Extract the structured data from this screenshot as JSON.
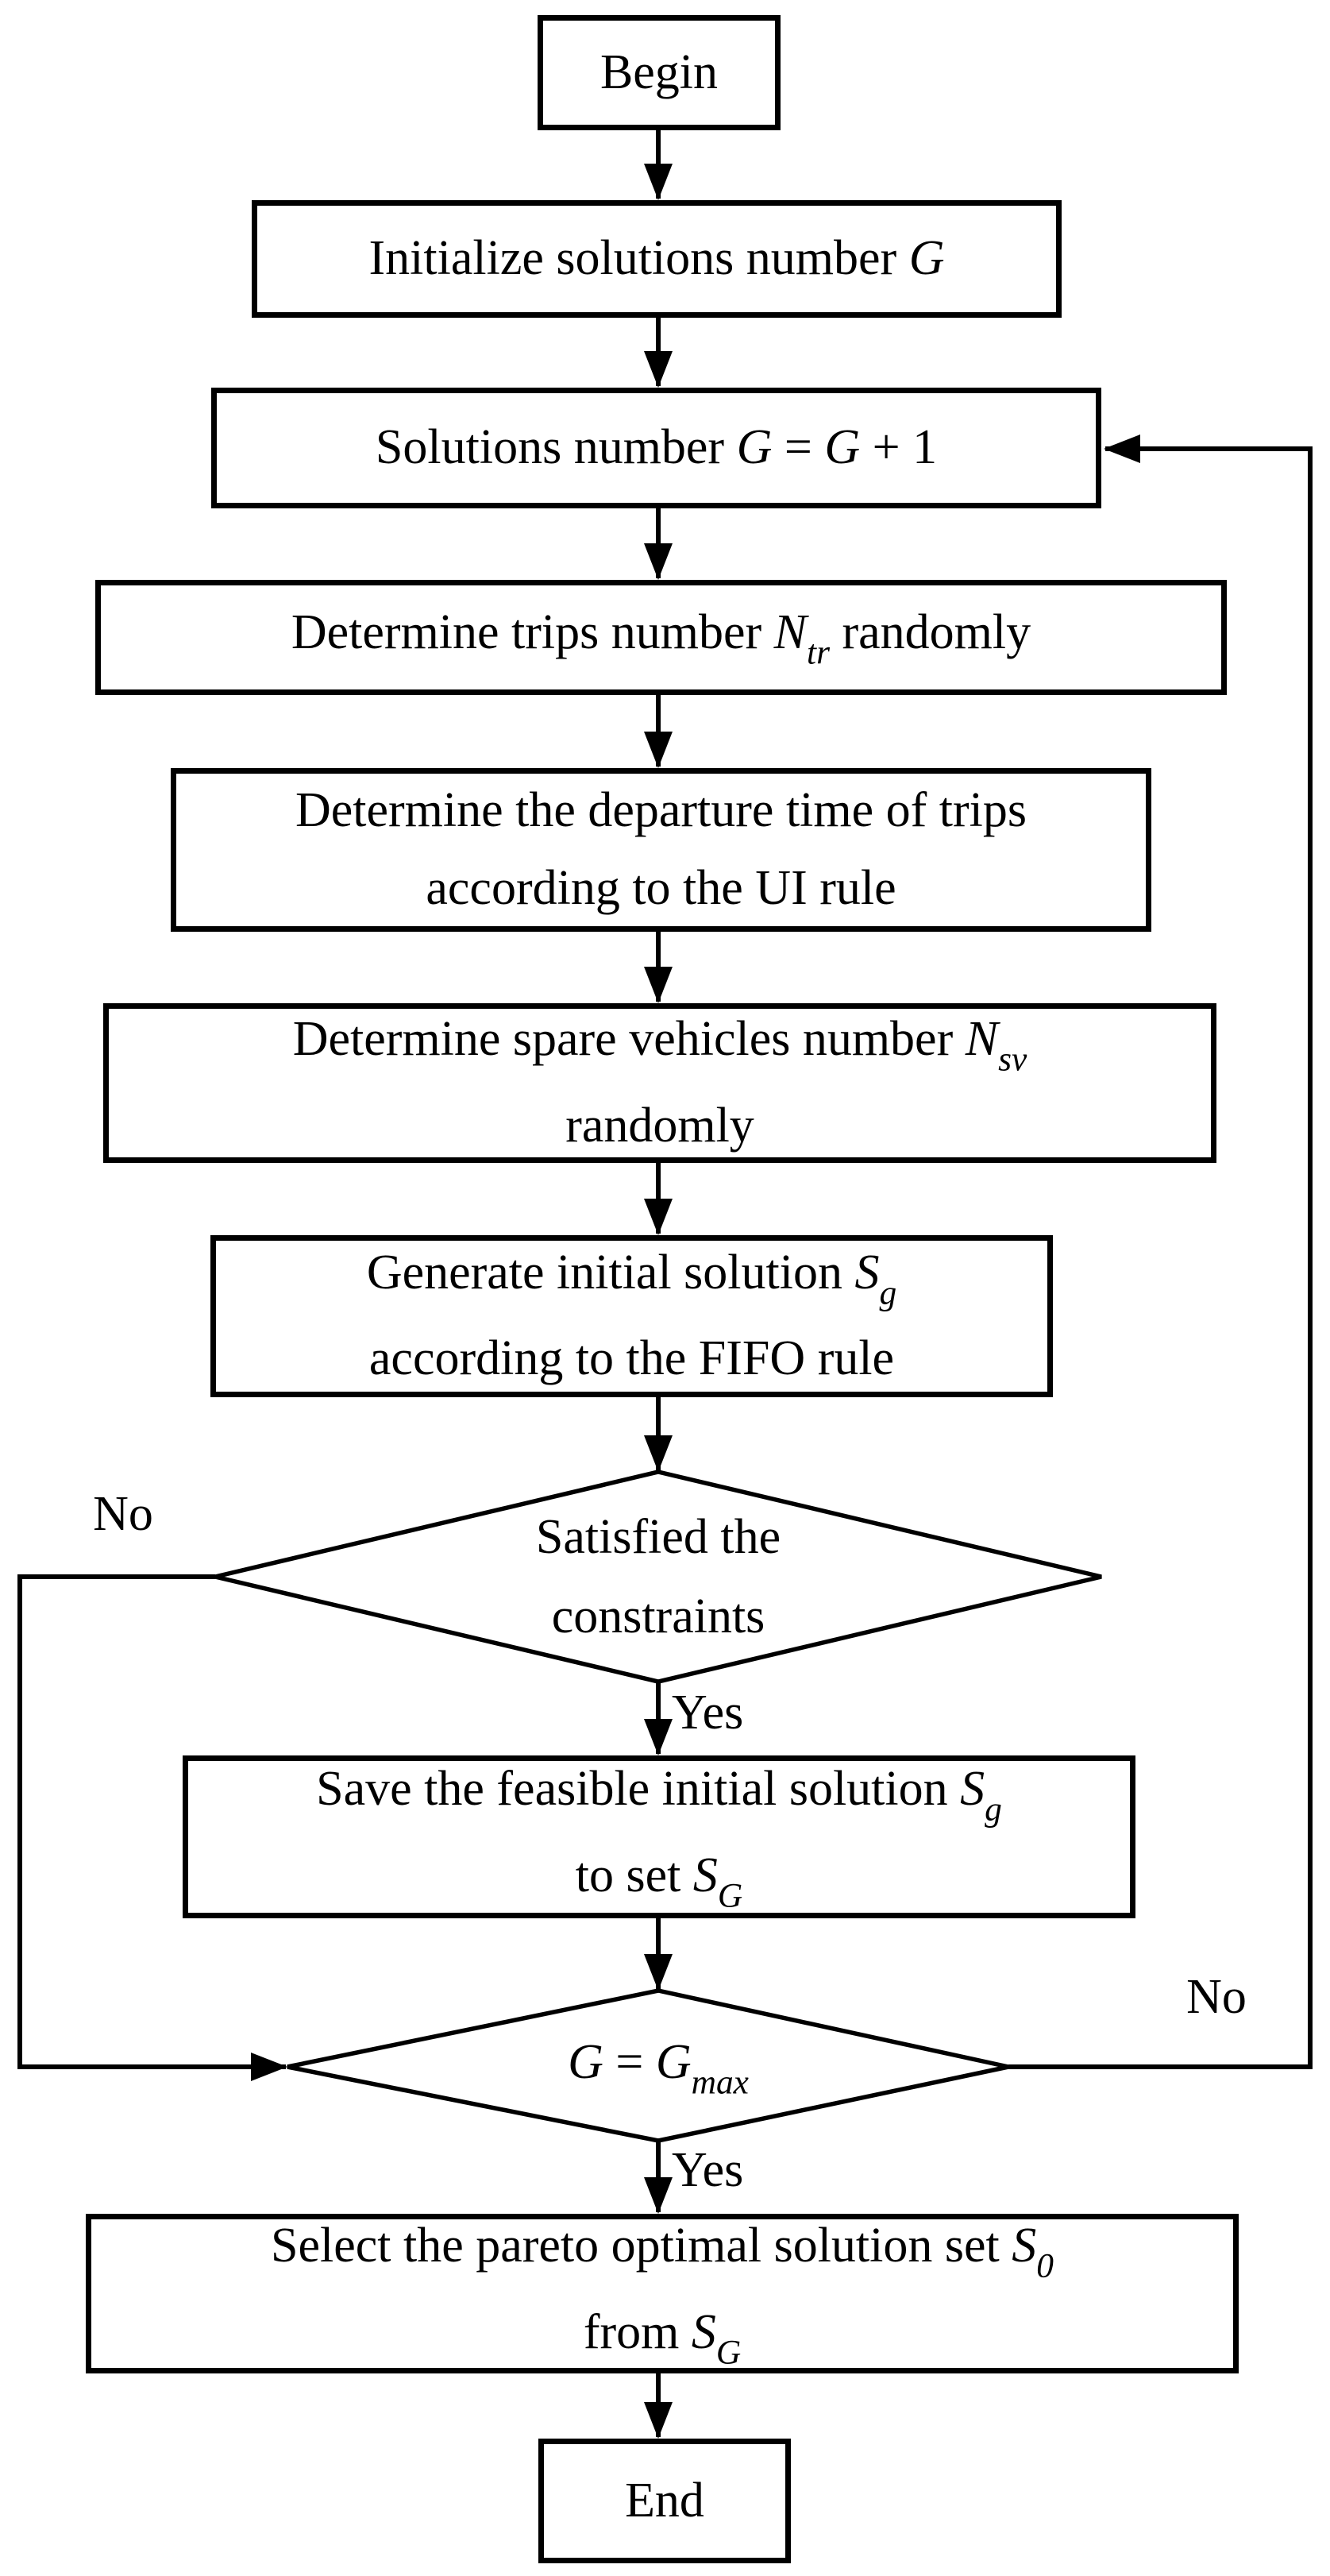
{
  "meta": {
    "diagram_type": "flowchart",
    "colors": {
      "ink": "#000000",
      "background": "#ffffff"
    }
  },
  "nodes": {
    "begin": {
      "lines": [
        [
          {
            "t": "Begin"
          }
        ]
      ]
    },
    "init": {
      "lines": [
        [
          {
            "t": "Initialize solutions number "
          },
          {
            "t": "G",
            "s": "i"
          }
        ]
      ]
    },
    "incr": {
      "lines": [
        [
          {
            "t": "Solutions number "
          },
          {
            "t": "G",
            "s": "i"
          },
          {
            "t": " = "
          },
          {
            "t": "G",
            "s": "i"
          },
          {
            "t": " + 1"
          }
        ]
      ]
    },
    "trips": {
      "lines": [
        [
          {
            "t": "Determine trips number "
          },
          {
            "t": "N",
            "s": "i"
          },
          {
            "t": "tr",
            "s": "is"
          },
          {
            "t": " randomly"
          }
        ]
      ]
    },
    "depart": {
      "lines": [
        [
          {
            "t": "Determine the departure time of trips"
          }
        ],
        [
          {
            "t": "according to the UI rule"
          }
        ]
      ]
    },
    "spare": {
      "lines": [
        [
          {
            "t": "Determine spare vehicles number "
          },
          {
            "t": "N",
            "s": "i"
          },
          {
            "t": "sv",
            "s": "is"
          }
        ],
        [
          {
            "t": "randomly"
          }
        ]
      ]
    },
    "generate": {
      "lines": [
        [
          {
            "t": "Generate initial solution "
          },
          {
            "t": "S",
            "s": "i"
          },
          {
            "t": "g",
            "s": "is"
          }
        ],
        [
          {
            "t": "according to the FIFO rule"
          }
        ]
      ]
    },
    "constraints": {
      "lines": [
        [
          {
            "t": "Satisfied the"
          }
        ],
        [
          {
            "t": "constraints"
          }
        ]
      ]
    },
    "save": {
      "lines": [
        [
          {
            "t": "Save the feasible initial solution "
          },
          {
            "t": "S",
            "s": "i"
          },
          {
            "t": "g",
            "s": "is"
          }
        ],
        [
          {
            "t": "to set "
          },
          {
            "t": "S",
            "s": "i"
          },
          {
            "t": "G",
            "s": "is"
          }
        ]
      ]
    },
    "gmax": {
      "lines": [
        [
          {
            "t": "G",
            "s": "i"
          },
          {
            "t": " = "
          },
          {
            "t": "G",
            "s": "i"
          },
          {
            "t": "max",
            "s": "is"
          }
        ]
      ]
    },
    "select": {
      "lines": [
        [
          {
            "t": "Select the pareto optimal solution set "
          },
          {
            "t": "S",
            "s": "i"
          },
          {
            "t": "0",
            "s": "is"
          }
        ],
        [
          {
            "t": "from "
          },
          {
            "t": "S",
            "s": "i"
          },
          {
            "t": "G",
            "s": "is"
          }
        ]
      ]
    },
    "end": {
      "lines": [
        [
          {
            "t": "End"
          }
        ]
      ]
    }
  },
  "labels": {
    "no_constraints": "No",
    "yes_constraints": "Yes",
    "no_gmax": "No",
    "yes_gmax": "Yes"
  }
}
